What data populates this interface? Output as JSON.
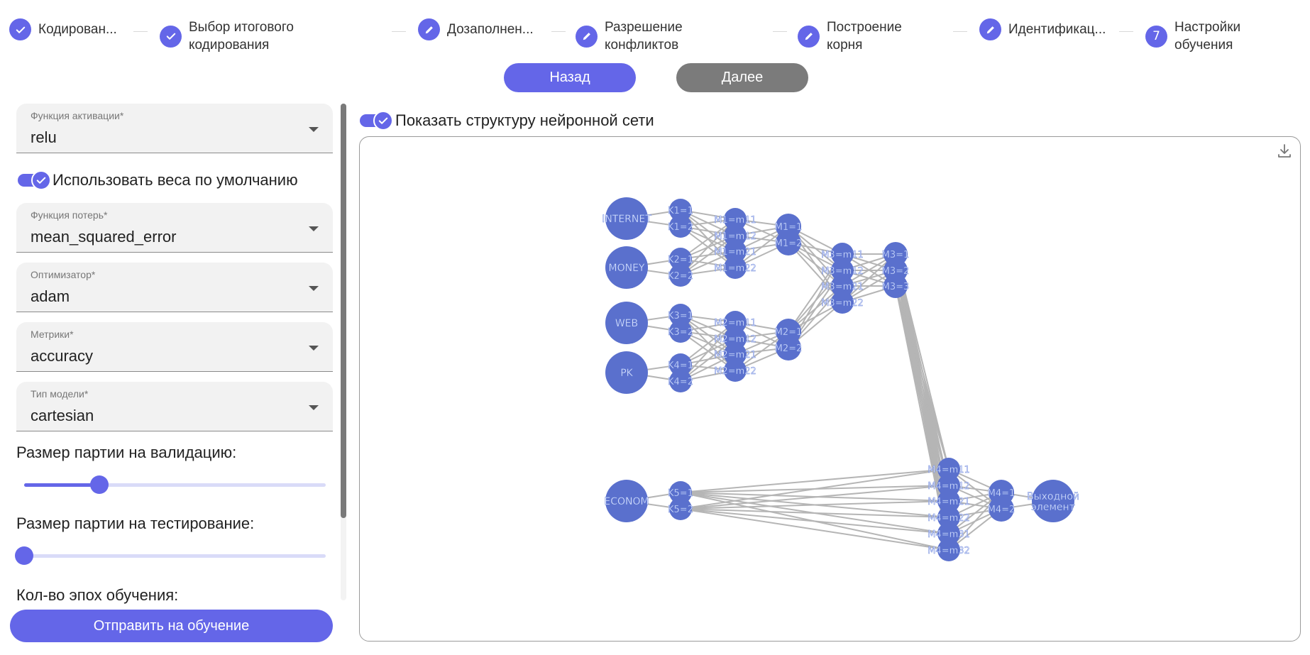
{
  "stepper": {
    "steps": [
      {
        "label": "Кодирован...",
        "icon": "check-icon"
      },
      {
        "label1": "Выбор итогового",
        "label2": "кодирования",
        "icon": "check-icon"
      },
      {
        "label": "Дозаполнен...",
        "icon": "pencil-icon"
      },
      {
        "label1": "Разрешение",
        "label2": "конфликтов",
        "icon": "pencil-icon"
      },
      {
        "label1": "Построение",
        "label2": "корня",
        "icon": "pencil-icon"
      },
      {
        "label": "Идентификац...",
        "icon": "pencil-icon"
      },
      {
        "number": "7",
        "label1": "Настройки",
        "label2": "обучения"
      }
    ]
  },
  "nav": {
    "back": "Назад",
    "next": "Далее"
  },
  "form": {
    "activation": {
      "label": "Функция активации",
      "required": "*",
      "value": "relu"
    },
    "default_weights": {
      "label": "Использовать веса по умолчанию",
      "checked": true
    },
    "loss": {
      "label": "Функция потерь",
      "required": "*",
      "value": "mean_squared_error"
    },
    "optimizer": {
      "label": "Оптимизатор",
      "required": "*",
      "value": "adam"
    },
    "metrics": {
      "label": "Метрики",
      "required": "*",
      "value": "accuracy"
    },
    "model_type": {
      "label": "Тип модели",
      "required": "*",
      "value": "cartesian"
    },
    "validation_batch": {
      "label": "Размер партии на валидацию:",
      "level": 0.25
    },
    "test_batch": {
      "label": "Размер партии на тестирование:",
      "level": 0.0
    },
    "epochs": {
      "label": "Кол-во эпох обучения:"
    },
    "submit": "Отправить на обучение"
  },
  "graph": {
    "show_structure": {
      "label": "Показать структуру нейронной сети",
      "checked": true
    },
    "node_color": "#5a70cd",
    "edge_color": "#b5b5b5",
    "nodes": {
      "INTERNET": "INTERNET",
      "MONEY": "MONEY",
      "WEB": "WEB",
      "PK": "PK",
      "ECONOM": "ECONOM",
      "K1=1": "K1=1",
      "K1=2": "K1=2",
      "K2=1": "K2=1",
      "K2=2": "K2=2",
      "K3=1": "K3=1",
      "K3=2": "K3=2",
      "K4=1": "K4=1",
      "K4=2": "K4=2",
      "K5=1": "K5=1",
      "K5=2": "K5=2",
      "M1=m11": "M1=m11",
      "M1=m12": "M1=m12",
      "M1=m21": "M1=m21",
      "M1=m22": "M1=m22",
      "M2=m11": "M2=m11",
      "M2=m12": "M2=m12",
      "M2=m21": "M2=m21",
      "M2=m22": "M2=m22",
      "M1=1": "M1=1",
      "M1=2": "M1=2",
      "M2=1": "M2=1",
      "M2=2": "M2=2",
      "M3=m11": "M3=m11",
      "M3=m12": "M3=m12",
      "M3=m21": "M3=m21",
      "M3=m22": "M3=m22",
      "M3=1": "M3=1",
      "M3=2": "M3=2",
      "M3=3": "M3=3",
      "M4=m11": "M4=m11",
      "M4=m12": "M4=m12",
      "M4=m21": "M4=m21",
      "M4=m22": "M4=m22",
      "M4=m31": "M4=m31",
      "M4=m32": "M4=m32",
      "M4=1": "M4=1",
      "M4=2": "M4=2",
      "OUT": "Выходной элемент"
    }
  }
}
